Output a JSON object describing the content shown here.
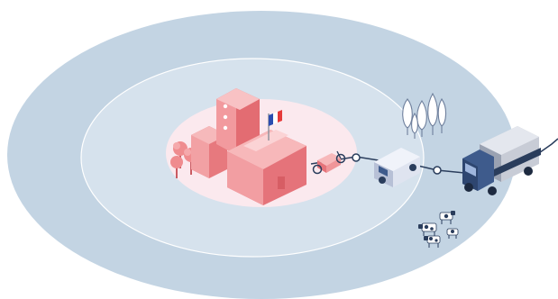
{
  "diagram": {
    "zones": [
      {
        "id": "outer",
        "color": "#c3d4e3"
      },
      {
        "id": "middle",
        "color": "#d6e2ed"
      },
      {
        "id": "inner",
        "color": "#fbe9ee"
      }
    ],
    "route_color": "#2a3d5c",
    "node_color": "#ffffff",
    "flag_colors": [
      "#2b4db0",
      "#ffffff",
      "#e63a3a"
    ],
    "elements": [
      {
        "name": "factory-building",
        "icon": "factory-icon",
        "color": "#e7797e"
      },
      {
        "name": "fruit-trees",
        "icon": "tree-icon",
        "color": "#ef8c8f"
      },
      {
        "name": "french-flag",
        "icon": "flag-icon"
      },
      {
        "name": "cargo-bike",
        "icon": "bicycle-icon",
        "color": "#f09599"
      },
      {
        "name": "delivery-van",
        "icon": "van-icon",
        "color": "#dfe4f0"
      },
      {
        "name": "truck",
        "icon": "truck-icon",
        "color": "#3e5b8c"
      },
      {
        "name": "forest",
        "icon": "poplar-tree-icon"
      },
      {
        "name": "cows",
        "icon": "cow-icon"
      }
    ]
  }
}
